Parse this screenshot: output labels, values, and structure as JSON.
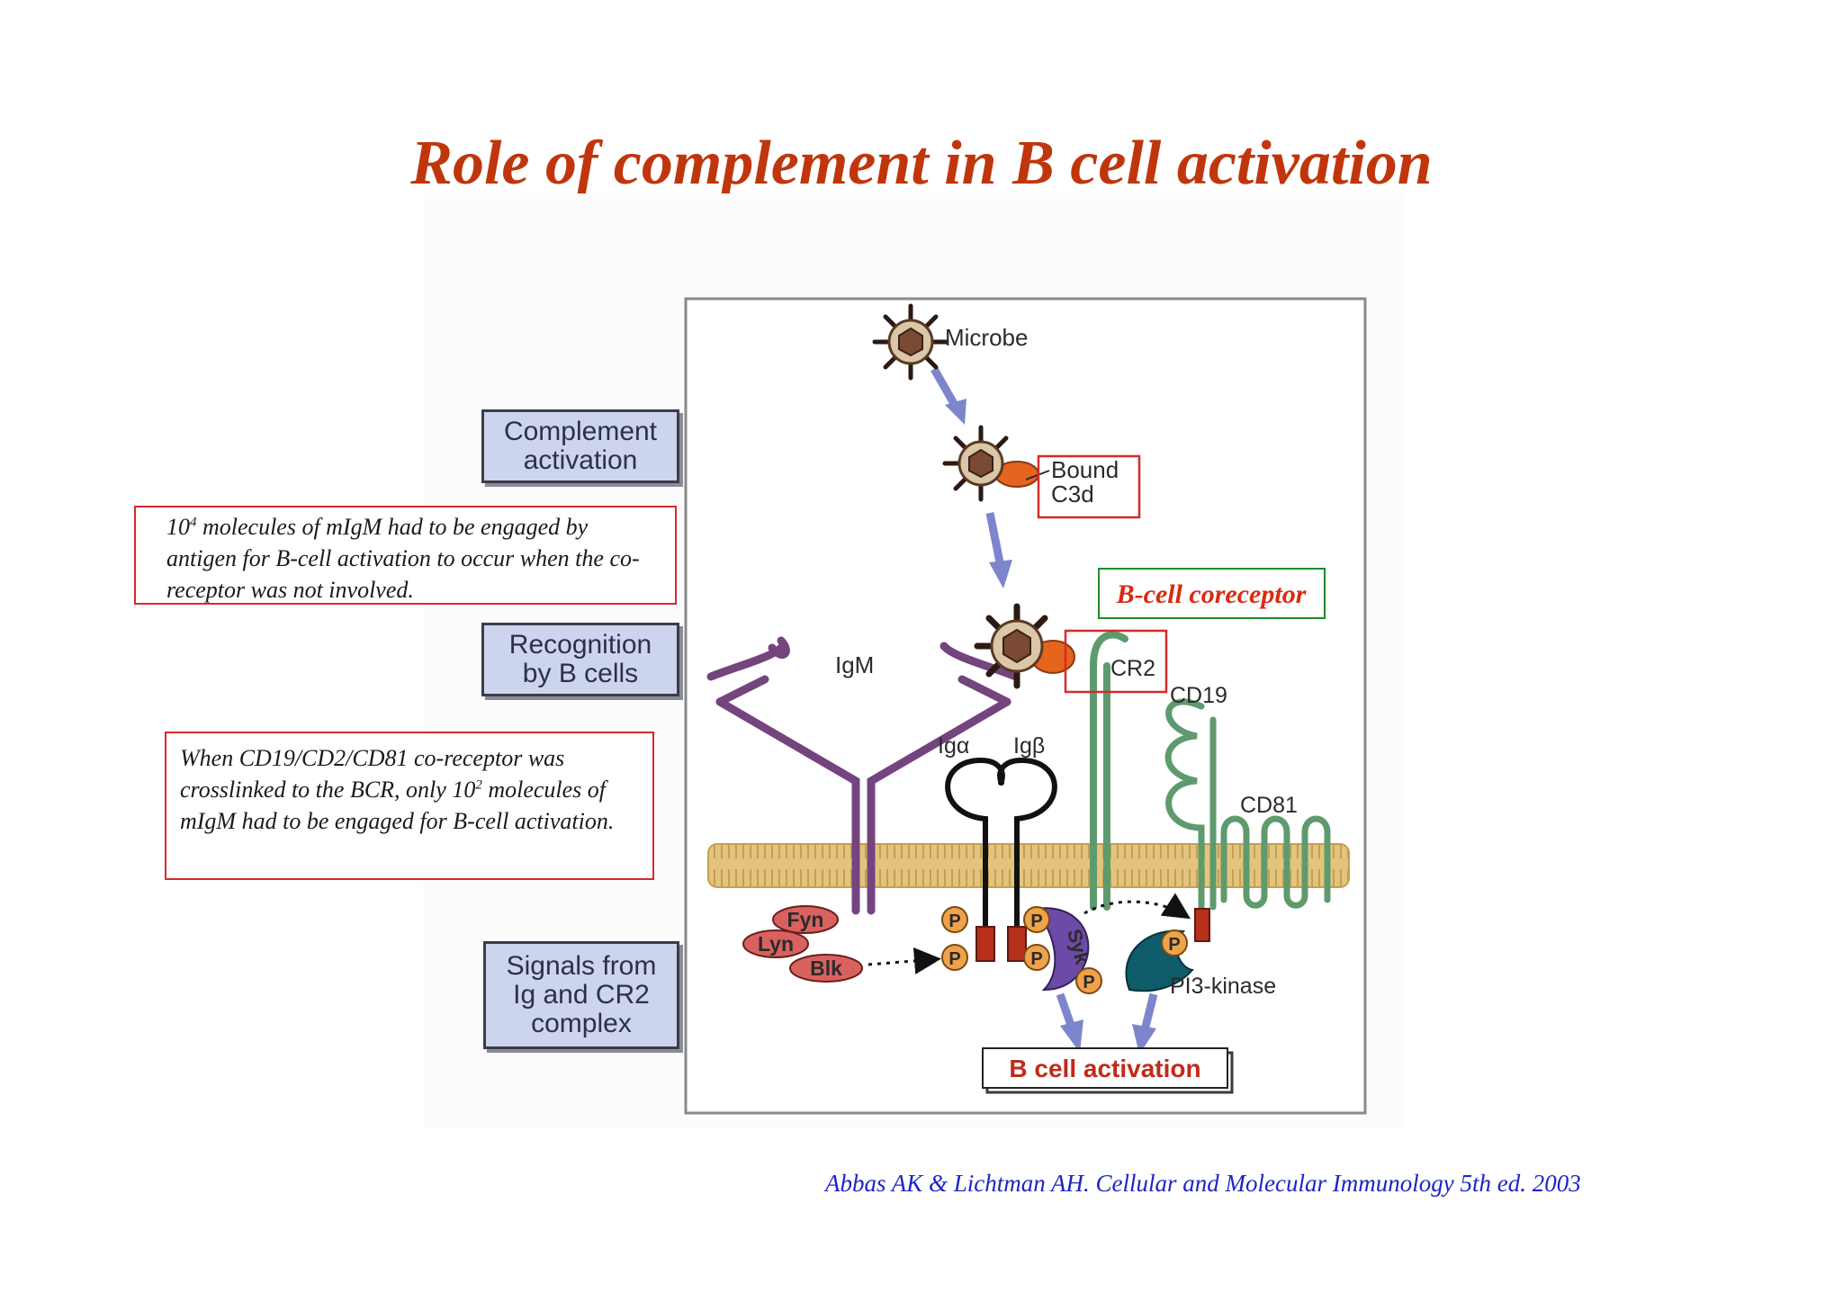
{
  "title": "Role of complement in B cell activation",
  "steps": {
    "complement_activation": "Complement\nactivation",
    "recognition": "Recognition\nby B cells",
    "signals": "Signals from\nIg and CR2\ncomplex"
  },
  "notes": {
    "first": {
      "base": "10",
      "exponent": "4",
      "text": " molecules of mIgM had to be engaged by antigen for B-cell activation to occur when the co-receptor was not involved."
    },
    "second": {
      "prefix": "When CD19/CD2/CD81 co-receptor was crosslinked to the BCR, only 10",
      "exponent": "2",
      "suffix": " molecules of mIgM  had to be engaged for B-cell activation."
    }
  },
  "diagram": {
    "microbe": "Microbe",
    "bound_c3d_line1": "Bound",
    "bound_c3d_line2": "C3d",
    "coreceptor": "B-cell coreceptor",
    "igm": "IgM",
    "cr2": "CR2",
    "cd19": "CD19",
    "cd81": "CD81",
    "ig_alpha": "Igα",
    "ig_beta": "Igβ",
    "fyn": "Fyn",
    "lyn": "Lyn",
    "blk": "Blk",
    "syk": "Syk",
    "phospho": "P",
    "pi3k": "PI3-kinase",
    "activation": "B cell activation"
  },
  "citation": "Abbas AK & Lichtman AH. Cellular and Molecular Immunology 5th ed. 2003",
  "colors": {
    "title": "#c0360c",
    "note_border": "#d62a2a",
    "citation": "#1d24c4",
    "step_box_fill": "#cdd4ee",
    "membrane": "#e3c47e",
    "igm": "#74447f",
    "cr2": "#5f9a6e",
    "arrow": "#7d86cc",
    "kinase": "#d9625e",
    "phospho": "#f0a24a",
    "pi3k": "#0e5b6a",
    "syk": "#6b4aa8"
  }
}
